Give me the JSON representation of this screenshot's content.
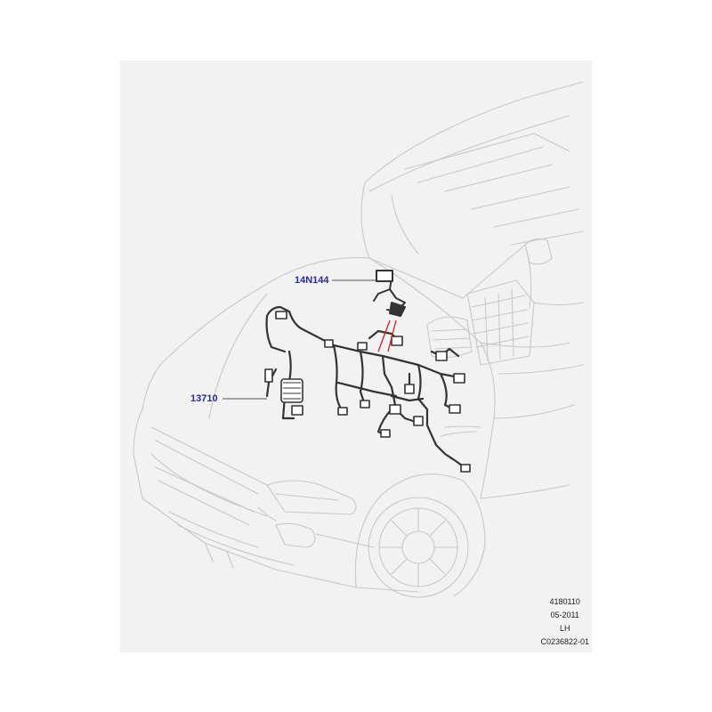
{
  "callouts": {
    "part_a": "14N144",
    "part_b": "13710"
  },
  "info_block": {
    "line1": "4180110",
    "line2": "05-2011",
    "line3": "LH",
    "line4": "C0236822-01"
  },
  "colors": {
    "panel_background": "#f2f2f2",
    "outline": "#c8c8c8",
    "harness": "#333333",
    "callout_text": "#2a2a9a",
    "pointer_red": "#d42020"
  }
}
